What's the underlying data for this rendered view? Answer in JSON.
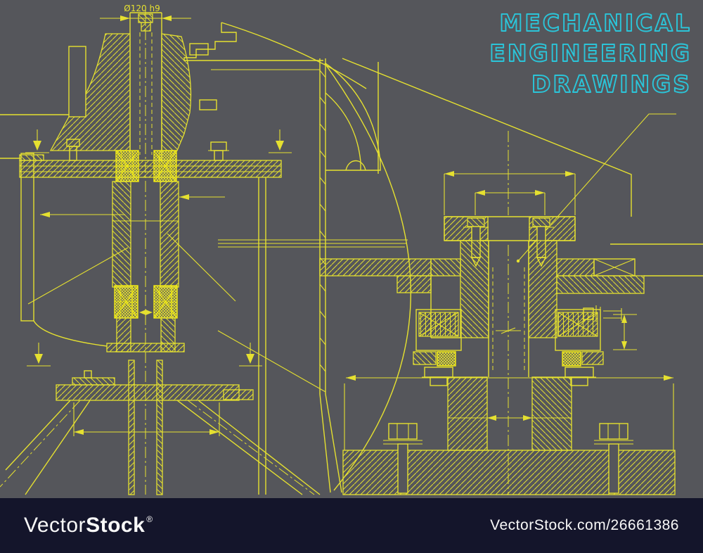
{
  "colors": {
    "background": "#55565b",
    "line": "#e5e030",
    "line-bright": "#f2eb14",
    "accent": "#2bc5d9",
    "footer-bg": "#14152b",
    "text": "#f8f8f8"
  },
  "title": {
    "lines": [
      "MECHANICAL",
      "ENGINEERING",
      "DRAWINGS"
    ]
  },
  "drawing": {
    "dimension_label": "Ø120 h9"
  },
  "footer": {
    "brand_prefix": "Vector",
    "brand_suffix": "Stock",
    "registered": "®",
    "image_id": "VectorStock.com/26661386"
  }
}
